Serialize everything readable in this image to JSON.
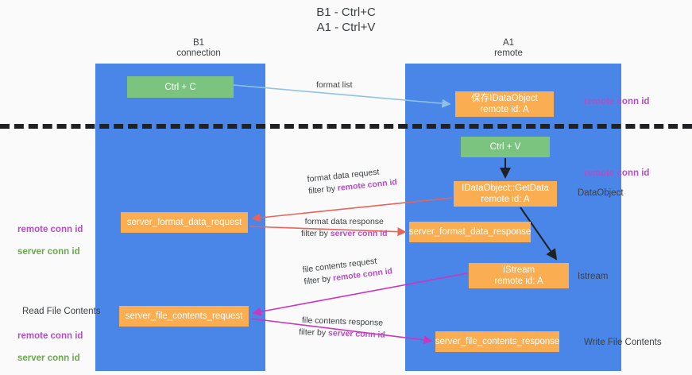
{
  "title": "B1 - Ctrl+C\nA1 - Ctrl+V",
  "columns": {
    "left": {
      "header": "B1\nconnection"
    },
    "right": {
      "header": "A1\nremote"
    }
  },
  "nodes": {
    "ctrl_c": {
      "label": "Ctrl + C",
      "color": "#7ac47f"
    },
    "save_idataobject": {
      "label": "保存IDataObject\nremote id: A",
      "color": "#fbae51"
    },
    "ctrl_v": {
      "label": "Ctrl + V",
      "color": "#7ac47f"
    },
    "getdata": {
      "label": "IDataObject::GetData\nremote id: A",
      "color": "#fbae51"
    },
    "server_format_data_request": {
      "label": "server_format_data_request",
      "color": "#fbae51"
    },
    "server_format_data_response": {
      "label": "server_format_data_response",
      "color": "#fbae51"
    },
    "istream": {
      "label": "IStream\nremote id: A",
      "color": "#fbae51"
    },
    "server_file_contents_request": {
      "label": "server_file_contents_request",
      "color": "#fbae51"
    },
    "server_file_contents_response": {
      "label": "server_file_contents_response",
      "color": "#fbae51"
    }
  },
  "edge_labels": {
    "format_list": "format list",
    "format_data_request": "format data request",
    "format_data_request_filter_prefix": "filter by ",
    "format_data_request_filter_value": "remote conn id",
    "format_data_response": "format data response",
    "format_data_response_filter_prefix": "filter by ",
    "format_data_response_filter_value": "server conn id",
    "file_contents_request": "file contents request",
    "file_contents_request_filter_prefix": "filter by ",
    "file_contents_request_filter_value": "remote conn id",
    "file_contents_response": "file contents response",
    "file_contents_response_filter_prefix": "filter by ",
    "file_contents_response_filter_value": "server conn id"
  },
  "annotations": {
    "remote_conn_id_top": "remote conn id",
    "remote_conn_id_mid": "remote conn id",
    "dataobject": "DataObject",
    "istream": "Istream",
    "write_file_contents": "Write File Contents",
    "read_file_contents": "Read File Contents",
    "left_remote_conn_id_1": "remote conn id",
    "left_server_conn_id_1": "server conn id",
    "left_remote_conn_id_2": "remote conn id",
    "left_server_conn_id_2": "server conn id"
  },
  "colors": {
    "lane": "#4a86e8",
    "green_node": "#7ac47f",
    "orange_node": "#fbae51",
    "purple_text": "#b44ec4",
    "green_text": "#6aa84f",
    "red_arrow": "#e8645a",
    "magenta_arrow": "#cc35c0",
    "light_blue_arrow": "#a6cfe8",
    "black_arrow": "#202124",
    "background": "#fafafa"
  }
}
